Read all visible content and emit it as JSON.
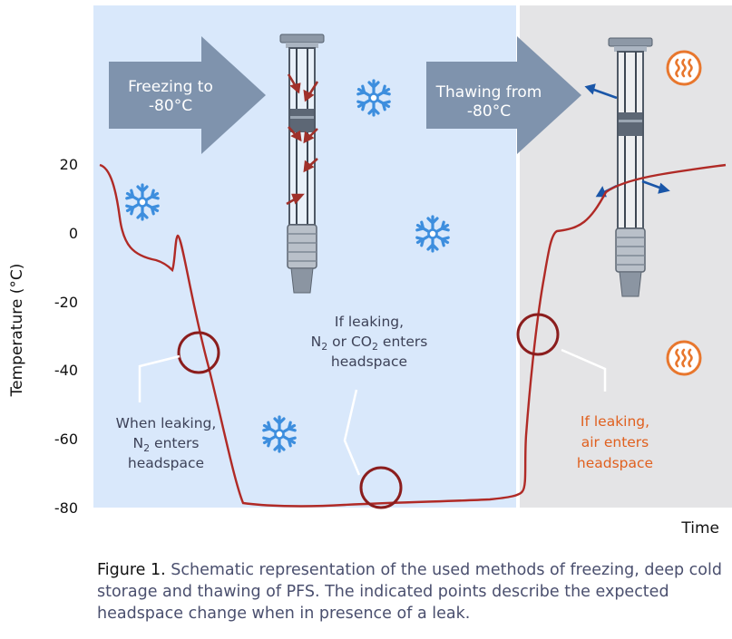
{
  "y_axis": {
    "label": "Temperature (°C)",
    "ticks": [
      "20",
      "0",
      "-20",
      "-40",
      "-60",
      "-80"
    ]
  },
  "x_axis": {
    "label": "Time"
  },
  "arrows": {
    "freezing": [
      "Freezing to",
      "-80°C"
    ],
    "thawing": [
      "Thawing from",
      "-80°C"
    ]
  },
  "annotations": {
    "freeze_leak": {
      "line1": "When leaking,",
      "gas": "N",
      "sub": "2",
      "rest": " enters",
      "line3": "headspace"
    },
    "storage_leak": {
      "line1": "If leaking,",
      "gas1": "N",
      "sub1": "2",
      "mid": " or CO",
      "sub2": "2",
      "rest": " enters",
      "line3": "headspace"
    },
    "thaw_leak": {
      "line1": "If leaking,",
      "line2": "air enters",
      "line3": "headspace"
    }
  },
  "caption": {
    "lead": "Figure 1.",
    "text": " Schematic representation of the used methods of freezing, deep cold storage and thawing of PFS. The indicated points describe the expected headspace change when in presence of a leak."
  },
  "colors": {
    "cold_panel": "#d9e8fb",
    "warm_panel": "#e4e4e6",
    "curve": "#b02a26",
    "arrow_fill": "#7f93ad",
    "snowflake": "#3d8ede",
    "heat_icon": "#e8772e",
    "warm_text": "#e0601f"
  },
  "icons": [
    "snowflake-icon",
    "heat-icon",
    "syringe-image"
  ]
}
